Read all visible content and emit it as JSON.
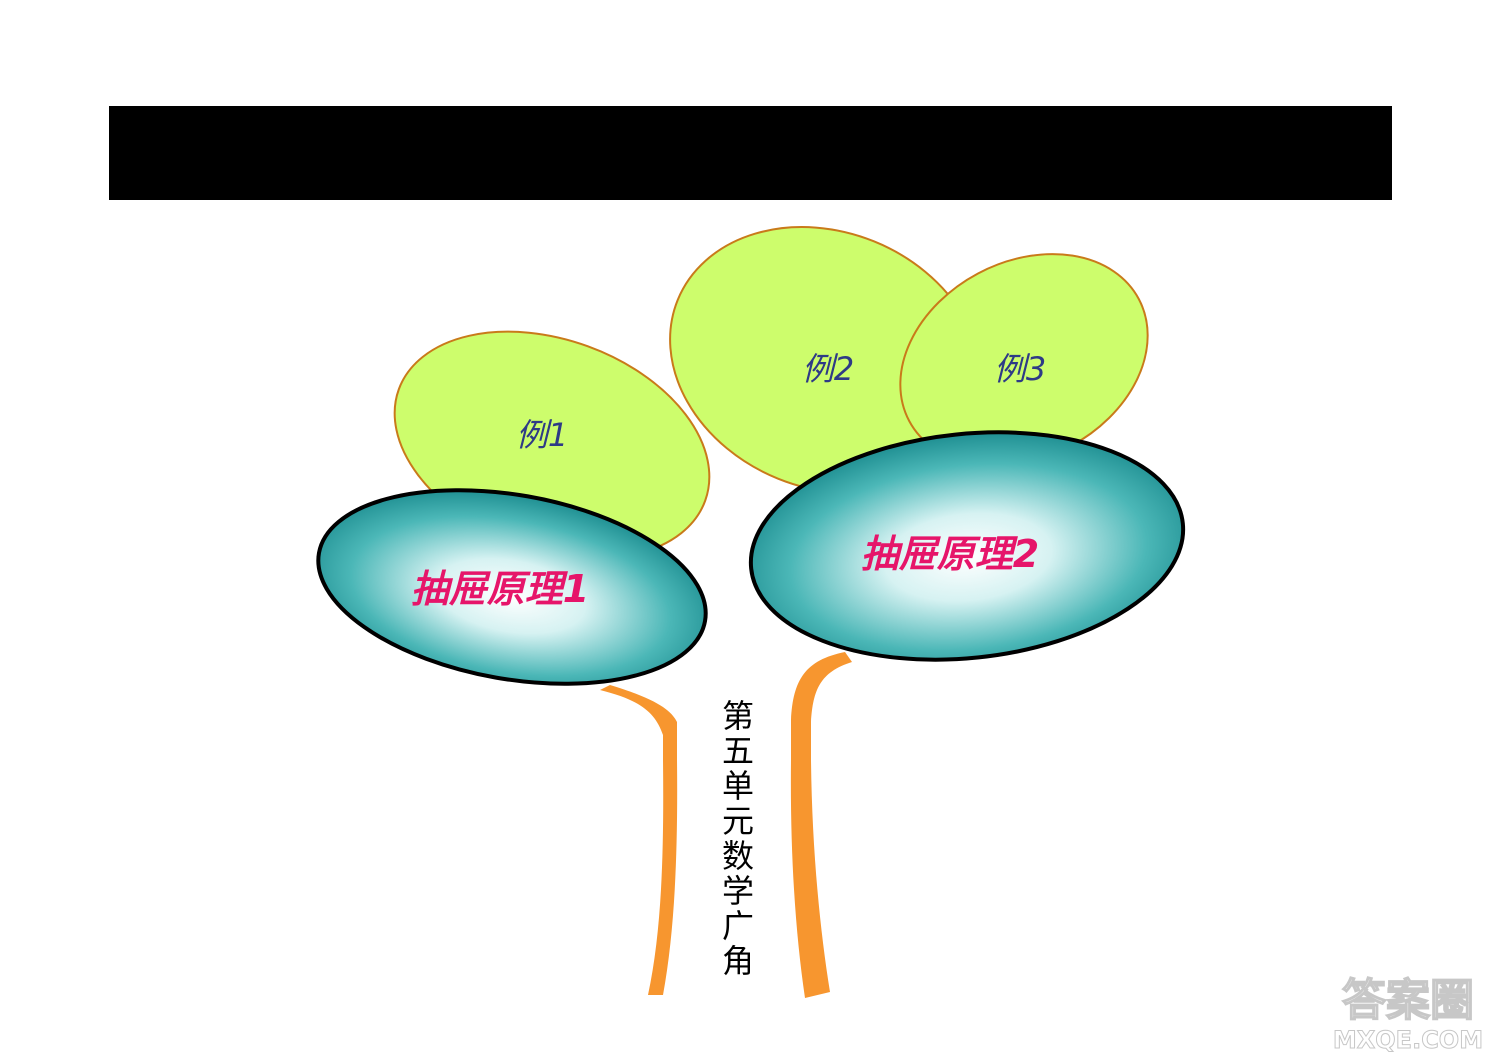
{
  "title": "",
  "colors": {
    "title_bar": "#000000",
    "leaf_fill": "#cdfd6c",
    "leaf_stroke": "#c97a1a",
    "principle_edge": "#1f9a9a",
    "principle_center": "#ffffff",
    "principle_text": "#e6156a",
    "leaf_text": "#2e3a86",
    "stem": "#f7962f",
    "stem_text": "#000000"
  },
  "leaves": [
    {
      "label": "例1"
    },
    {
      "label": "例2"
    },
    {
      "label": "例3"
    }
  ],
  "principles": [
    {
      "label": "抽屉原理1"
    },
    {
      "label": "抽屉原理2"
    }
  ],
  "stem": {
    "chars": [
      "第",
      "五",
      "单",
      "元",
      "数",
      "学",
      "广",
      "角"
    ]
  },
  "watermark": {
    "line1": "答案圈",
    "line2": "MXQE.COM"
  }
}
